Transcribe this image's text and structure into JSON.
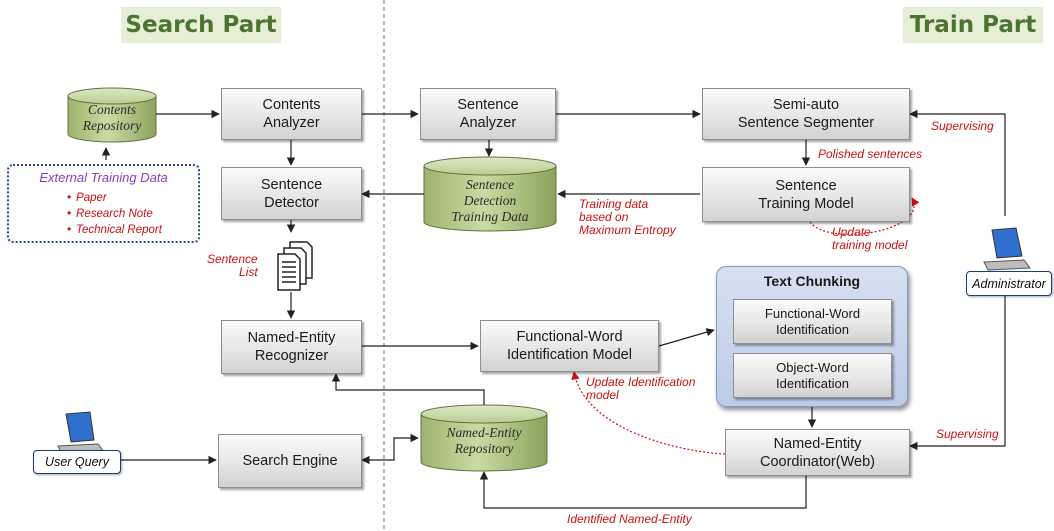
{
  "headers": {
    "search": "Search Part",
    "train": "Train Part"
  },
  "boxes": {
    "contents_analyzer": "Contents\nAnalyzer",
    "sentence_analyzer": "Sentence\nAnalyzer",
    "semi_auto_segmenter": "Semi-auto\nSentence Segmenter",
    "sentence_detector": "Sentence\nDetector",
    "sentence_training_model": "Sentence\nTraining Model",
    "ner": "Named-Entity\nRecognizer",
    "fw_model": "Functional-Word\nIdentification Model",
    "search_engine": "Search Engine",
    "ne_coordinator": "Named-Entity\nCoordinator(Web)"
  },
  "databases": {
    "contents_repository": "Contents\nRepository",
    "sentence_detection_data": "Sentence\nDetection\nTraining Data",
    "ne_repository": "Named-Entity\nRepository"
  },
  "text_chunking": {
    "title": "Text Chunking",
    "fw_identification": "Functional-Word\nIdentification",
    "ow_identification": "Object-Word\nIdentification"
  },
  "external_data": {
    "title": "External Training Data",
    "items": [
      "Paper",
      "Research Note",
      "Technical Report"
    ]
  },
  "actors": {
    "administrator": "Administrator",
    "user_query": "User Query"
  },
  "labels": {
    "supervising_top": "Supervising",
    "polished": "Polished sentences",
    "training_data": "Training data\nbased on\nMaximum Entropy",
    "update_training": "Update\ntraining model",
    "sentence_list": "Sentence\nList",
    "update_identification": "Update Identification\nmodel",
    "supervising_bottom": "Supervising",
    "identified_ne": "Identified Named-Entity"
  },
  "colors": {
    "header_bg": "#e6eed5",
    "header_text": "#4d7332",
    "db_fill": "#b7cc8e",
    "label_red": "#cc1111",
    "panel_blue": "#bccbe8",
    "divider": "#a08a5a"
  }
}
